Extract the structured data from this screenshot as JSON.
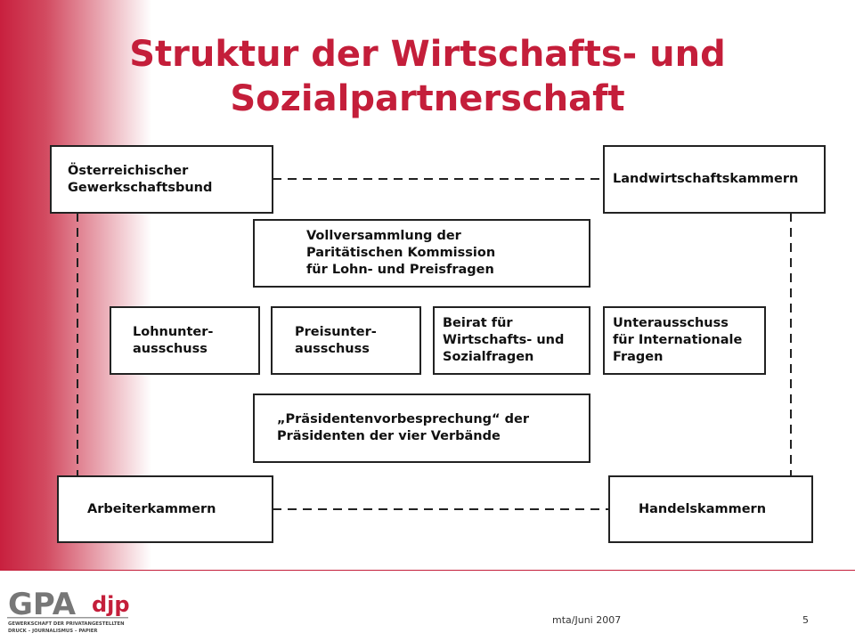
{
  "title": {
    "line1": "Struktur der Wirtschafts- und",
    "line2": "Sozialpartnerschaft"
  },
  "nodes": {
    "oegb": "Österreichischer\nGewerkschaftsbund",
    "landwirtschaft": "Landwirtschaftskammern",
    "vollversammlung": "Vollversammlung der\nParitätischen Kommission\nfür Lohn- und Preisfragen",
    "lohn": "Lohnunter-\nausschuss",
    "preis": "Preisunter-\nausschuss",
    "beirat": "Beirat für\nWirtschafts- und\nSozialfragen",
    "international": "Unterausschuss\nfür Internationale\nFragen",
    "praesidenten": "„Präsidentenvorbesprechung“ der\nPräsidenten der vier Verbände",
    "arbeiter": "Arbeiterkammern",
    "handel": "Handelskammern"
  },
  "footer": {
    "text": "mta/Juni 2007",
    "page": "5"
  },
  "logo": {
    "mark": "GPA",
    "sub": "djp",
    "tagline1": "GEWERKSCHAFT DER PRIVATANGESTELLTEN",
    "tagline2": "DRUCK – JOURNALISMUS – PAPIER"
  },
  "colors": {
    "accent": "#c41e3a",
    "border": "#222222"
  }
}
